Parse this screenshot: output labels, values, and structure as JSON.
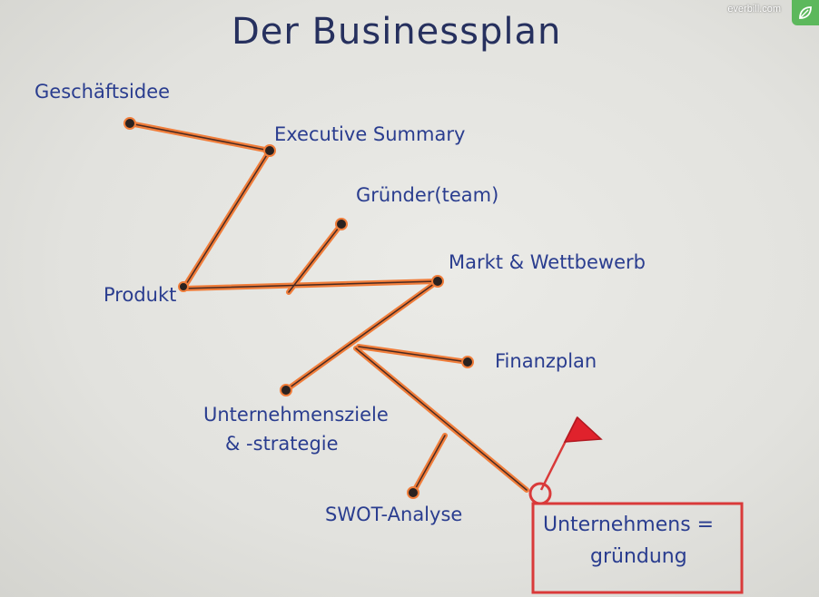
{
  "title": "Der Businessplan",
  "watermark": {
    "text": "everbill.com",
    "logo_icon": "leaf-logo-icon"
  },
  "nodes": {
    "geschaeftsidee": "Geschäftsidee",
    "executive_summary": "Executive Summary",
    "gruender_team": "Gründer(team)",
    "produkt": "Produkt",
    "markt_wettbewerb": "Markt & Wettbewerb",
    "finanzplan": "Finanzplan",
    "unternehmensziele_1": "Unternehmensziele",
    "unternehmensziele_2": "& -strategie",
    "swot": "SWOT-Analyse"
  },
  "goal": {
    "line1": "Unternehmens =",
    "line2": "gründung",
    "flag_color": "#e0222c",
    "box_color": "#d93a3a"
  },
  "colors": {
    "branch": "#f07d3a",
    "ink": "#2a3d8f",
    "dot": "#2a2220"
  }
}
